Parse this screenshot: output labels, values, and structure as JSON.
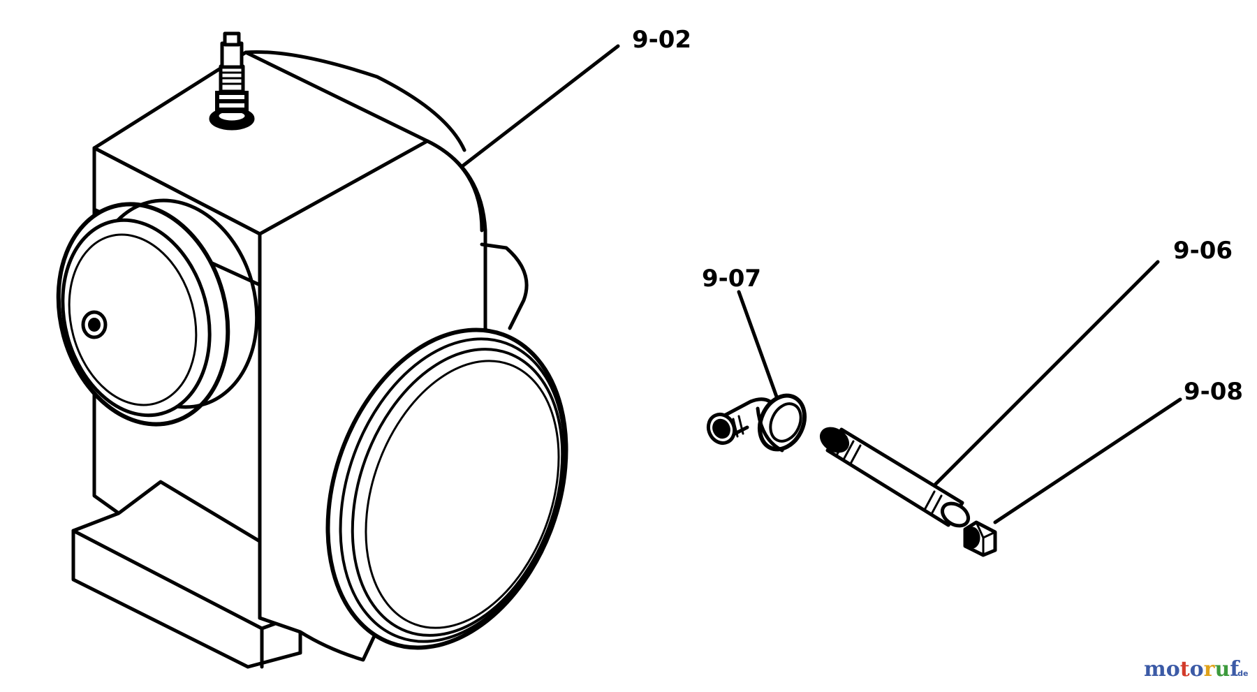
{
  "callouts": {
    "engine": "9-02",
    "elbow": "9-07",
    "pipe": "9-06",
    "plug": "9-08"
  },
  "watermark": {
    "brand_letters": [
      "m",
      "o",
      "t",
      "o",
      "r",
      "u",
      "f"
    ],
    "brand_colors": [
      "#3b5aa6",
      "#3b5aa6",
      "#d23b2a",
      "#3b5aa6",
      "#e0a21a",
      "#3c9a3c",
      "#3b5aa6"
    ],
    "suffix": ".de"
  },
  "colors": {
    "line": "#000000",
    "background": "#ffffff"
  }
}
